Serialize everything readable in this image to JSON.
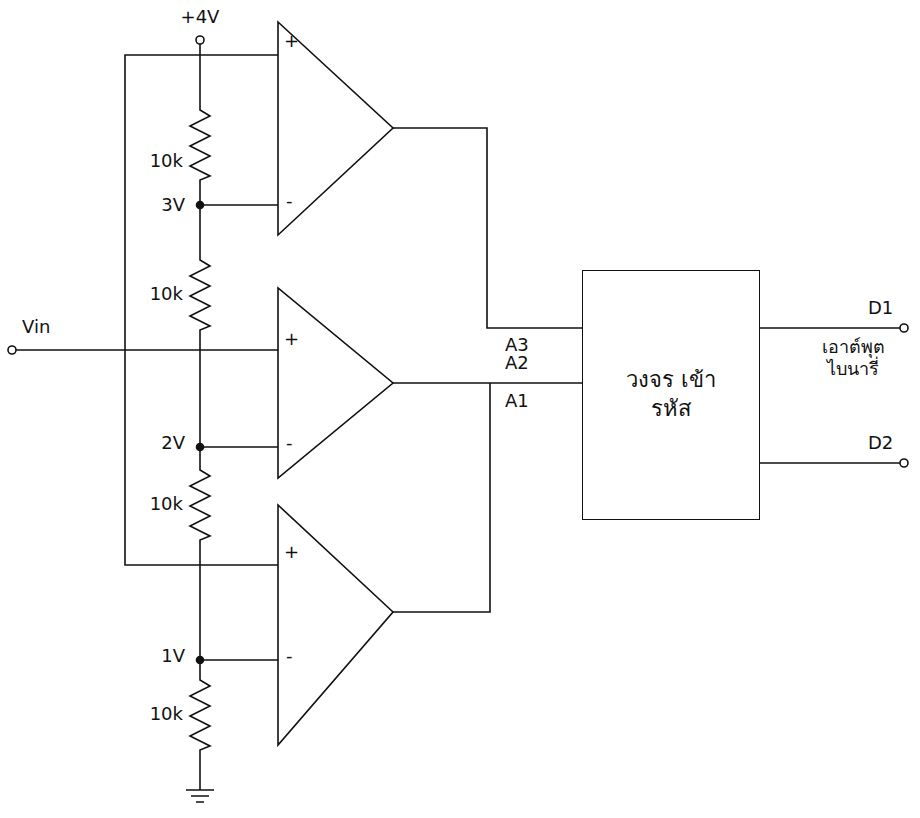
{
  "diagram": {
    "nodes": [
      {
        "text": [
          "วงจร เข้ารหัส"
        ]
      }
    ],
    "edges": [],
    "labels": [
      "+4V",
      "10k",
      "3V",
      "10k",
      "Vin",
      "2V",
      "10k",
      "1V",
      "10k",
      "+",
      "-",
      "+",
      "-",
      "+",
      "-",
      "A3",
      "A2",
      "A1",
      "D1",
      "D2",
      "เอาต์พุต ไบนารี่"
    ]
  }
}
